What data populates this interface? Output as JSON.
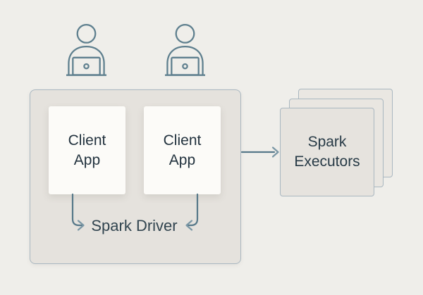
{
  "palette": {
    "page_bg": "#efeeea",
    "container_fill": "#e5e2dd",
    "container_border": "#a9b7c0",
    "card_fill": "#fcfbf8",
    "executor_fill_front": "#e6e3de",
    "executor_fill_back": "#eae7e2",
    "icon_stroke": "#5e7f8e",
    "arrow_shaft": "#567889",
    "arrow_head": "#7a97a5",
    "text_card": "#22323e",
    "text_driver": "#31444f",
    "text_executors": "#273a46"
  },
  "diagram": {
    "icons": [
      "user-laptop-icon",
      "user-laptop-icon"
    ],
    "user_count": 2,
    "driver": {
      "label": "Spark Driver",
      "client_apps": [
        {
          "label": "Client\nApp"
        },
        {
          "label": "Client\nApp"
        }
      ]
    },
    "executors": {
      "label": "Spark\nExecutors",
      "stack_count": 3
    }
  }
}
